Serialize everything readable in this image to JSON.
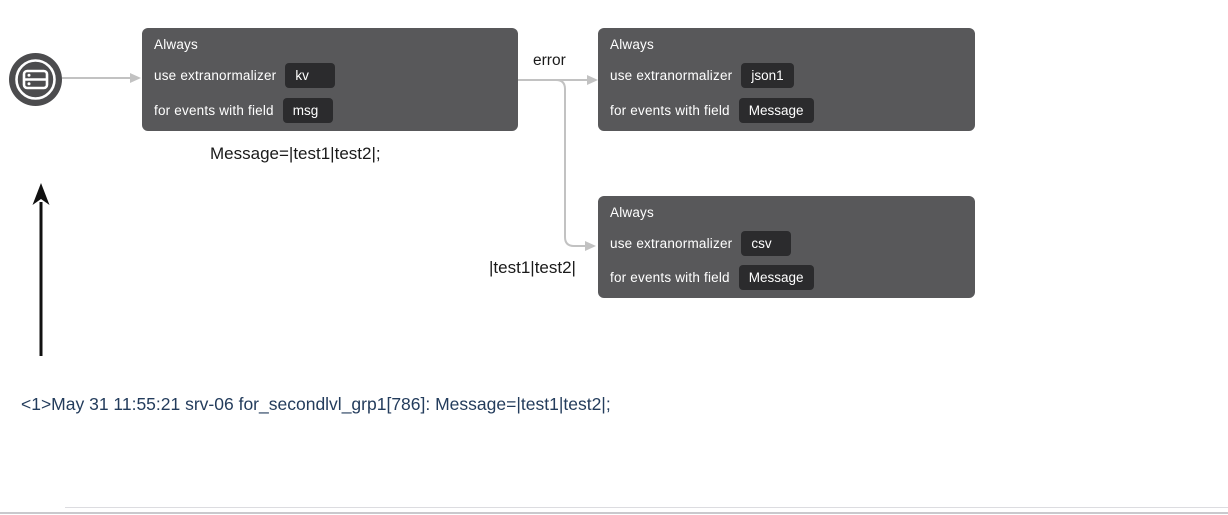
{
  "colors": {
    "card_bg": "#58585a",
    "chip_bg": "#2b2b2d",
    "connector": "#c2c2c2",
    "arrow_black": "#111111",
    "annotation_text": "#1a1a1a",
    "log_text": "#233c5c"
  },
  "source": {
    "icon": "event-source-icon"
  },
  "nodes": [
    {
      "title": "Always",
      "normalizer_label": "use extranormalizer",
      "normalizer_value": "kv",
      "field_label": "for events with field",
      "field_value": "msg"
    },
    {
      "title": "Always",
      "normalizer_label": "use extranormalizer",
      "normalizer_value": "json1",
      "field_label": "for events with field",
      "field_value": "Message"
    },
    {
      "title": "Always",
      "normalizer_label": "use extranormalizer",
      "normalizer_value": "csv",
      "field_label": "for events with field",
      "field_value": "Message"
    }
  ],
  "labels": {
    "edge_error": "error",
    "message_sample": "Message=|test1|test2|;",
    "field_sample": "|test1|test2|",
    "log_line": "<1>May 31 11:55:21 srv-06 for_secondlvl_grp1[786]: Message=|test1|test2|;"
  }
}
